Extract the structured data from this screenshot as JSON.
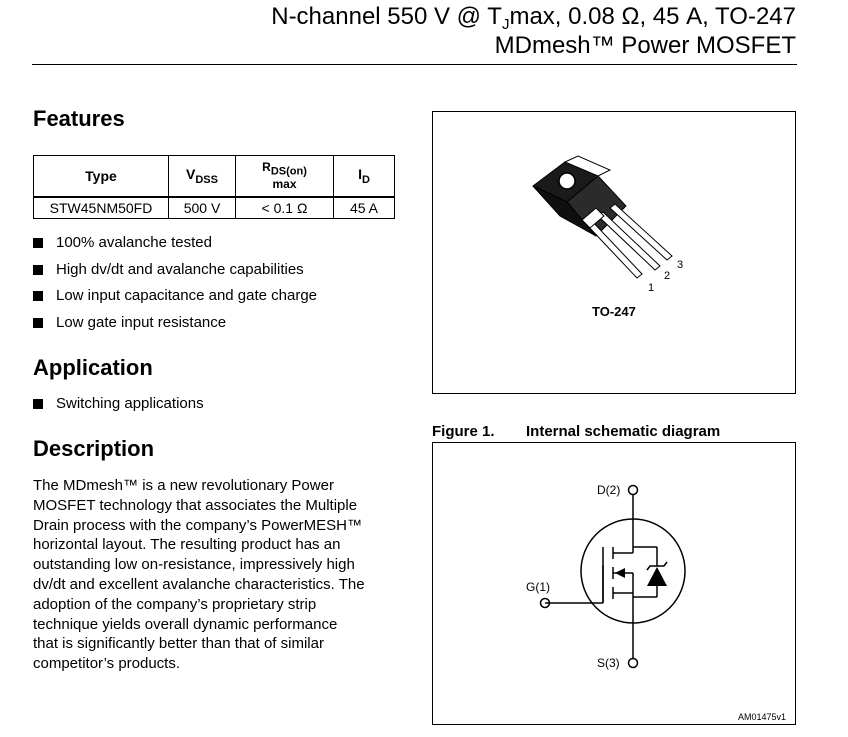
{
  "header": {
    "title_line1_a": "N-channel 550 V @ T",
    "title_line1_sub": "J",
    "title_line1_b": "max, 0.08 Ω, 45 A, TO-247",
    "title_line2": "MDmesh™ Power MOSFET"
  },
  "features": {
    "heading": "Features",
    "table": {
      "col_type": "Type",
      "col_vdss_main": "V",
      "col_vdss_sub": "DSS",
      "col_rds_main": "R",
      "col_rds_sub": "DS(on)",
      "col_rds_max": "max",
      "col_id_main": "I",
      "col_id_sub": "D",
      "row": {
        "type": "STW45NM50FD",
        "vdss": "500 V",
        "rds": "< 0.1 Ω",
        "id": "45 A"
      }
    },
    "bullets": [
      "100% avalanche tested",
      "High dv/dt and avalanche capabilities",
      "Low input capacitance and gate charge",
      "Low gate input resistance"
    ]
  },
  "application": {
    "heading": "Application",
    "bullets": [
      "Switching applications"
    ]
  },
  "description": {
    "heading": "Description",
    "lines": [
      "The MDmesh™ is a new revolutionary Power",
      "MOSFET technology that associates the Multiple",
      "Drain process with the company’s PowerMESH™",
      "horizontal layout. The resulting product has an",
      "outstanding low on-resistance, impressively high",
      "dv/dt and excellent avalanche characteristics. The",
      "adoption of the company’s proprietary  strip",
      "technique yields overall dynamic performance",
      "that is significantly better than that of similar",
      "competitor’s products."
    ]
  },
  "package": {
    "label": "TO-247",
    "pin1": "1",
    "pin2": "2",
    "pin3": "3"
  },
  "figure": {
    "number": "Figure 1.",
    "title": "Internal schematic diagram",
    "drain_label": "D(2)",
    "gate_label": "G(1)",
    "source_label": "S(3)",
    "code": "AM01475v1"
  }
}
